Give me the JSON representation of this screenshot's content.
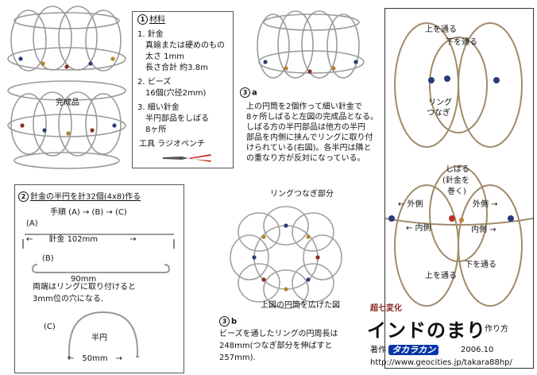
{
  "photo_top_left": {
    "label": "完成品"
  },
  "materials": {
    "heading_num": "1",
    "heading": "材料",
    "items": [
      "1. 針金",
      "　真鍮または硬めのもの",
      "　太さ 1mm",
      "　長さ合計  約3.8m",
      "2. ビーズ",
      "　16個(穴径2mm)",
      "3. 細い針金",
      "　半円部品をしばる",
      "　8ヶ所"
    ],
    "tool": "工具  ラジオペンチ"
  },
  "step3a": {
    "num": "3",
    "suffix": "a",
    "text": [
      "上の円筒を2個作って細い針金で",
      "8ヶ所しばると左図の完成品となる。",
      "しばる方の半円部品は他方の半円",
      "部品を内側に挟んでリングに取り付",
      "けられている(右図)。各半円は隣と",
      "の重なり方が反対になっている。"
    ]
  },
  "right_photo": {
    "labels": {
      "over1": "上を通る",
      "under1": "下を通る",
      "ring": "リング",
      "ring2": "つなぎ",
      "bind": "しばる",
      "bind2": "(針金を",
      "bind3": "巻く)",
      "outer_l": "← 外側",
      "outer_r": "外側 →",
      "inner_l": "← 内側",
      "inner_r": "内側 →",
      "under2": "下を通る",
      "over2": "上を通る"
    }
  },
  "step2": {
    "num": "2",
    "heading": "針金の半円を計32個(4x8)作る",
    "procedure": "手順 (A) → (B) → (C)",
    "A": "(A)",
    "A_len": "針金 102mm",
    "B": "(B)",
    "B_len": "90mm",
    "B_note1": "両端はリングに取り付けると",
    "B_note2": "3mm位の穴になる.",
    "C": "(C)",
    "C_label": "半円",
    "C_len": "50mm"
  },
  "middle_photo": {
    "top_label": "リングつなぎ部分",
    "bottom_label": "上図の円筒を広げた図"
  },
  "step3b": {
    "num": "3",
    "suffix": "b",
    "text": [
      "ビーズを通したリングの円周長は",
      "248mm(つなぎ部分を伸ばすと",
      "257mm)."
    ]
  },
  "footer": {
    "subtitle": "超七変化",
    "title": "インドのまり",
    "title_suffix": "作り方",
    "author_prefix": "著作",
    "author_logo": "タカラカン",
    "date": "2006.10",
    "url": "http://www.geocities.jp/takara88hp/"
  }
}
